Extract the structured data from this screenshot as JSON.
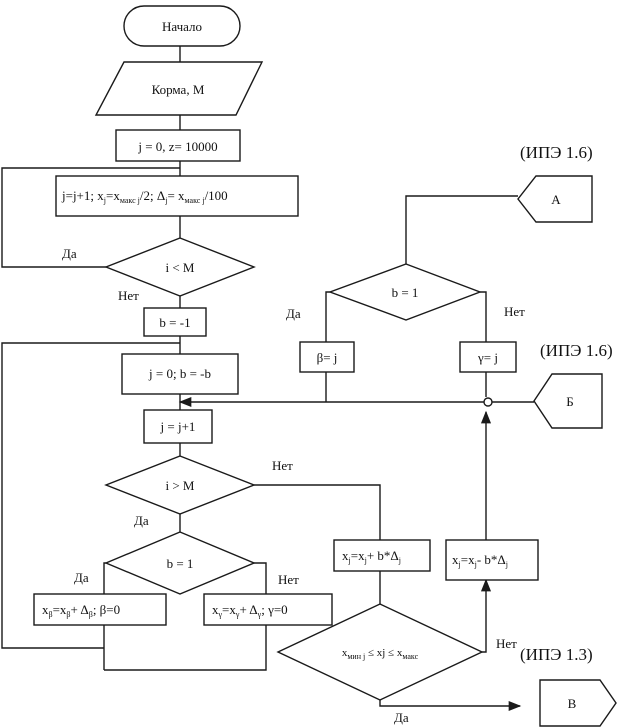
{
  "blocks": {
    "start": "Начало",
    "input": "Корма, М",
    "init": "j = 0, z= 10000",
    "loop_step": {
      "p1": "j=j+1; x",
      "s1": "j",
      "p2": "=x",
      "s2": "макс j",
      "p3": "/2; Δ",
      "s3": "j",
      "p4": "= x",
      "s4": "макс j",
      "p5": "/100"
    },
    "cond_i_lt_m": "i < M",
    "b_neg1": "b = -1",
    "reset": "j = 0; b = -b",
    "j_inc": "j = j+1",
    "cond_i_gt_m": "i > M",
    "cond_b1_left": "b = 1",
    "assign_beta": {
      "p1": "x",
      "s1": "β",
      "p2": "=x",
      "s2": "β",
      "p3": "+ Δ",
      "s3": "β",
      "p4": "; β=0"
    },
    "assign_gamma": {
      "p1": "x",
      "s1": "γ",
      "p2": "=x",
      "s2": "γ",
      "p3": "+ Δ",
      "s3": "γ",
      "p4": "; γ=0"
    },
    "update_plus": {
      "p1": "x",
      "s1": "j",
      "p2": "=x",
      "s2": "j",
      "p3": "+ b*Δ",
      "s3": "j"
    },
    "update_minus": {
      "p1": "x",
      "s1": "j",
      "p2": "=x",
      "s2": "j",
      "p3": "- b*Δ",
      "s3": "j"
    },
    "range_check": {
      "p1": "x",
      "s1": "мин j",
      "p2": " ≤ xj ≤ x",
      "s2": "макс"
    },
    "cond_b1_right": "b = 1",
    "beta_j": "β= j",
    "gamma_j": "γ= j"
  },
  "connectors": {
    "a": "А",
    "b": "Б",
    "v": "В"
  },
  "branch_labels": {
    "da": "Да",
    "net": "Нет"
  },
  "references": {
    "ipe_16_a": "(ИПЭ 1.6)",
    "ipe_16_b": "(ИПЭ 1.6)",
    "ipe_13": "(ИПЭ  1.3)"
  }
}
